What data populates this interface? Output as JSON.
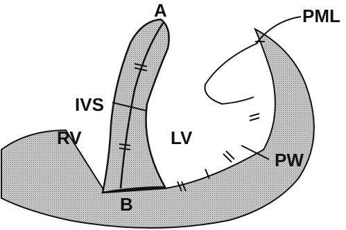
{
  "labels": {
    "apex": "A",
    "base": "B",
    "ivs": "IVS",
    "rv": "RV",
    "lv": "LV",
    "pw": "PW",
    "pml": "PML"
  },
  "colors": {
    "wall_fill": "#c9c9c9",
    "stroke": "#111111",
    "background": "#ffffff"
  }
}
